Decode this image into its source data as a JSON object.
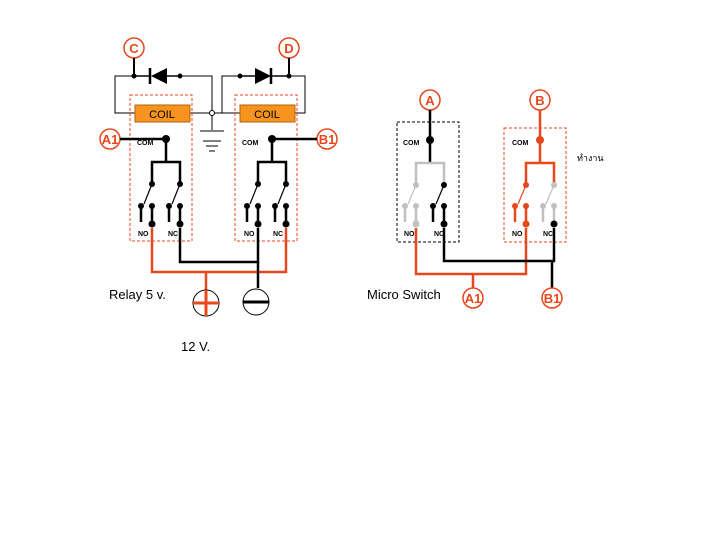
{
  "relay_section": {
    "terminal_c": "C",
    "terminal_d": "D",
    "terminal_a1": "A1",
    "terminal_b1": "B1",
    "coil_left": "COIL",
    "coil_right": "COIL",
    "com_left": "COM",
    "com_right": "COM",
    "no_left": "NO",
    "nc_left": "NC",
    "no_right": "NO",
    "nc_right": "NC",
    "caption": "Relay 5 v.",
    "supply_label": "12 V."
  },
  "switch_section": {
    "terminal_a": "A",
    "terminal_b": "B",
    "terminal_a1": "A1",
    "terminal_b1": "B1",
    "com_left": "COM",
    "com_right": "COM",
    "no_left": "NO",
    "nc_left": "NC",
    "no_right": "NO",
    "nc_right": "NC",
    "caption": "Micro Switch",
    "active_label": "ทำงาน"
  },
  "colors": {
    "accent": "#e8461b",
    "coil_fill": "#f7941d",
    "inactive": "#c0c0c0",
    "wire": "#000000"
  }
}
